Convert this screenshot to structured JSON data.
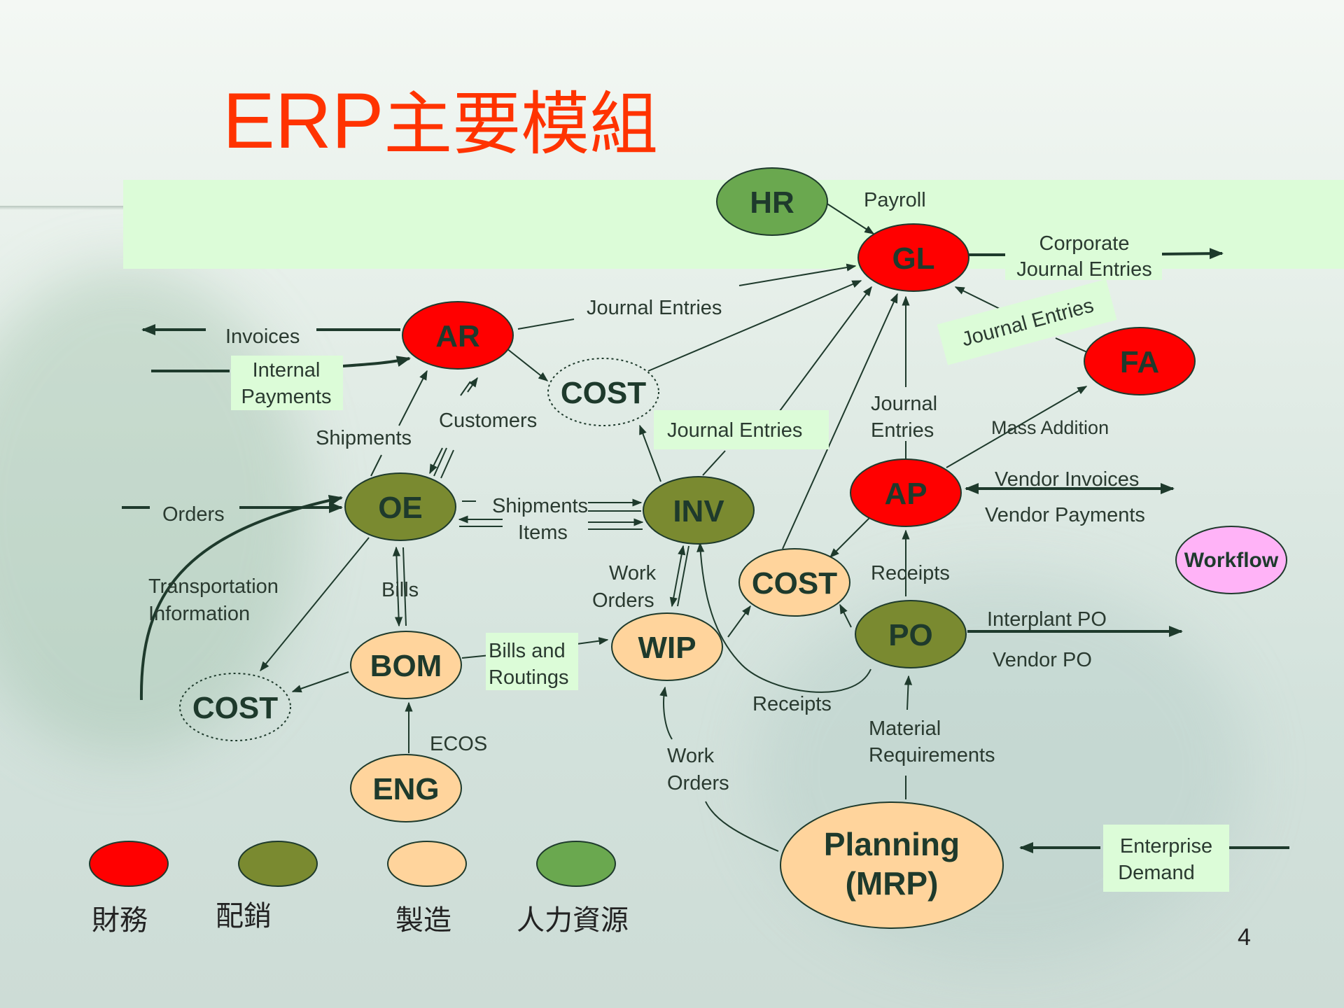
{
  "title": {
    "latin": "ERP",
    "cjk": "主要模組"
  },
  "colors": {
    "finance": "#ff0000",
    "distribution": "#7a8a30",
    "manufacturing": "#ffd49c",
    "hr": "#6aa84f",
    "workflow": "#ffb3f7",
    "title": "#ff3300",
    "band": "#dcfcd8"
  },
  "nodes": {
    "hr": "HR",
    "gl": "GL",
    "ar": "AR",
    "fa": "FA",
    "ap": "AP",
    "oe": "OE",
    "inv": "INV",
    "po": "PO",
    "cost_top": "COST",
    "cost_mid": "COST",
    "cost_left": "COST",
    "bom": "BOM",
    "wip": "WIP",
    "eng": "ENG",
    "workflow": "Workflow",
    "planning_line1": "Planning",
    "planning_line2": "(MRP)"
  },
  "flows": {
    "payroll": "Payroll",
    "corporate_je_1": "Corporate",
    "corporate_je_2": "Journal Entries",
    "je_ar": "Journal Entries",
    "je_fa": "Journal Entries",
    "je_inv": "Journal Entries",
    "je_ap_1": "Journal",
    "je_ap_2": "Entries",
    "invoices": "Invoices",
    "internal_payments_1": "Internal",
    "internal_payments_2": "Payments",
    "shipments_ar": "Shipments",
    "customers": "Customers",
    "mass_addition": "Mass Addition",
    "vendor_invoices": "Vendor Invoices",
    "vendor_payments": "Vendor Payments",
    "orders": "Orders",
    "shipments_inv": "Shipments",
    "items": "Items",
    "transportation_1": "Transportation",
    "transportation_2": "Information",
    "bills": "Bills",
    "work_orders_inv_1": "Work",
    "work_orders_inv_2": "Orders",
    "receipts_ap": "Receipts",
    "interplant_po": "Interplant PO",
    "vendor_po": "Vendor PO",
    "bills_routings_1": "Bills and",
    "bills_routings_2": "Routings",
    "receipts_wip": "Receipts",
    "ecos": "ECOS",
    "work_orders_mrp_1": "Work",
    "work_orders_mrp_2": "Orders",
    "material_req_1": "Material",
    "material_req_2": "Requirements",
    "enterprise_demand_1": "Enterprise",
    "enterprise_demand_2": "Demand"
  },
  "legend": [
    {
      "label": "財務",
      "color": "#ff0000"
    },
    {
      "label": "配銷",
      "color": "#7a8a30"
    },
    {
      "label": "製造",
      "color": "#ffd49c"
    },
    {
      "label": "人力資源",
      "color": "#6aa84f"
    }
  ],
  "page_number": "4"
}
